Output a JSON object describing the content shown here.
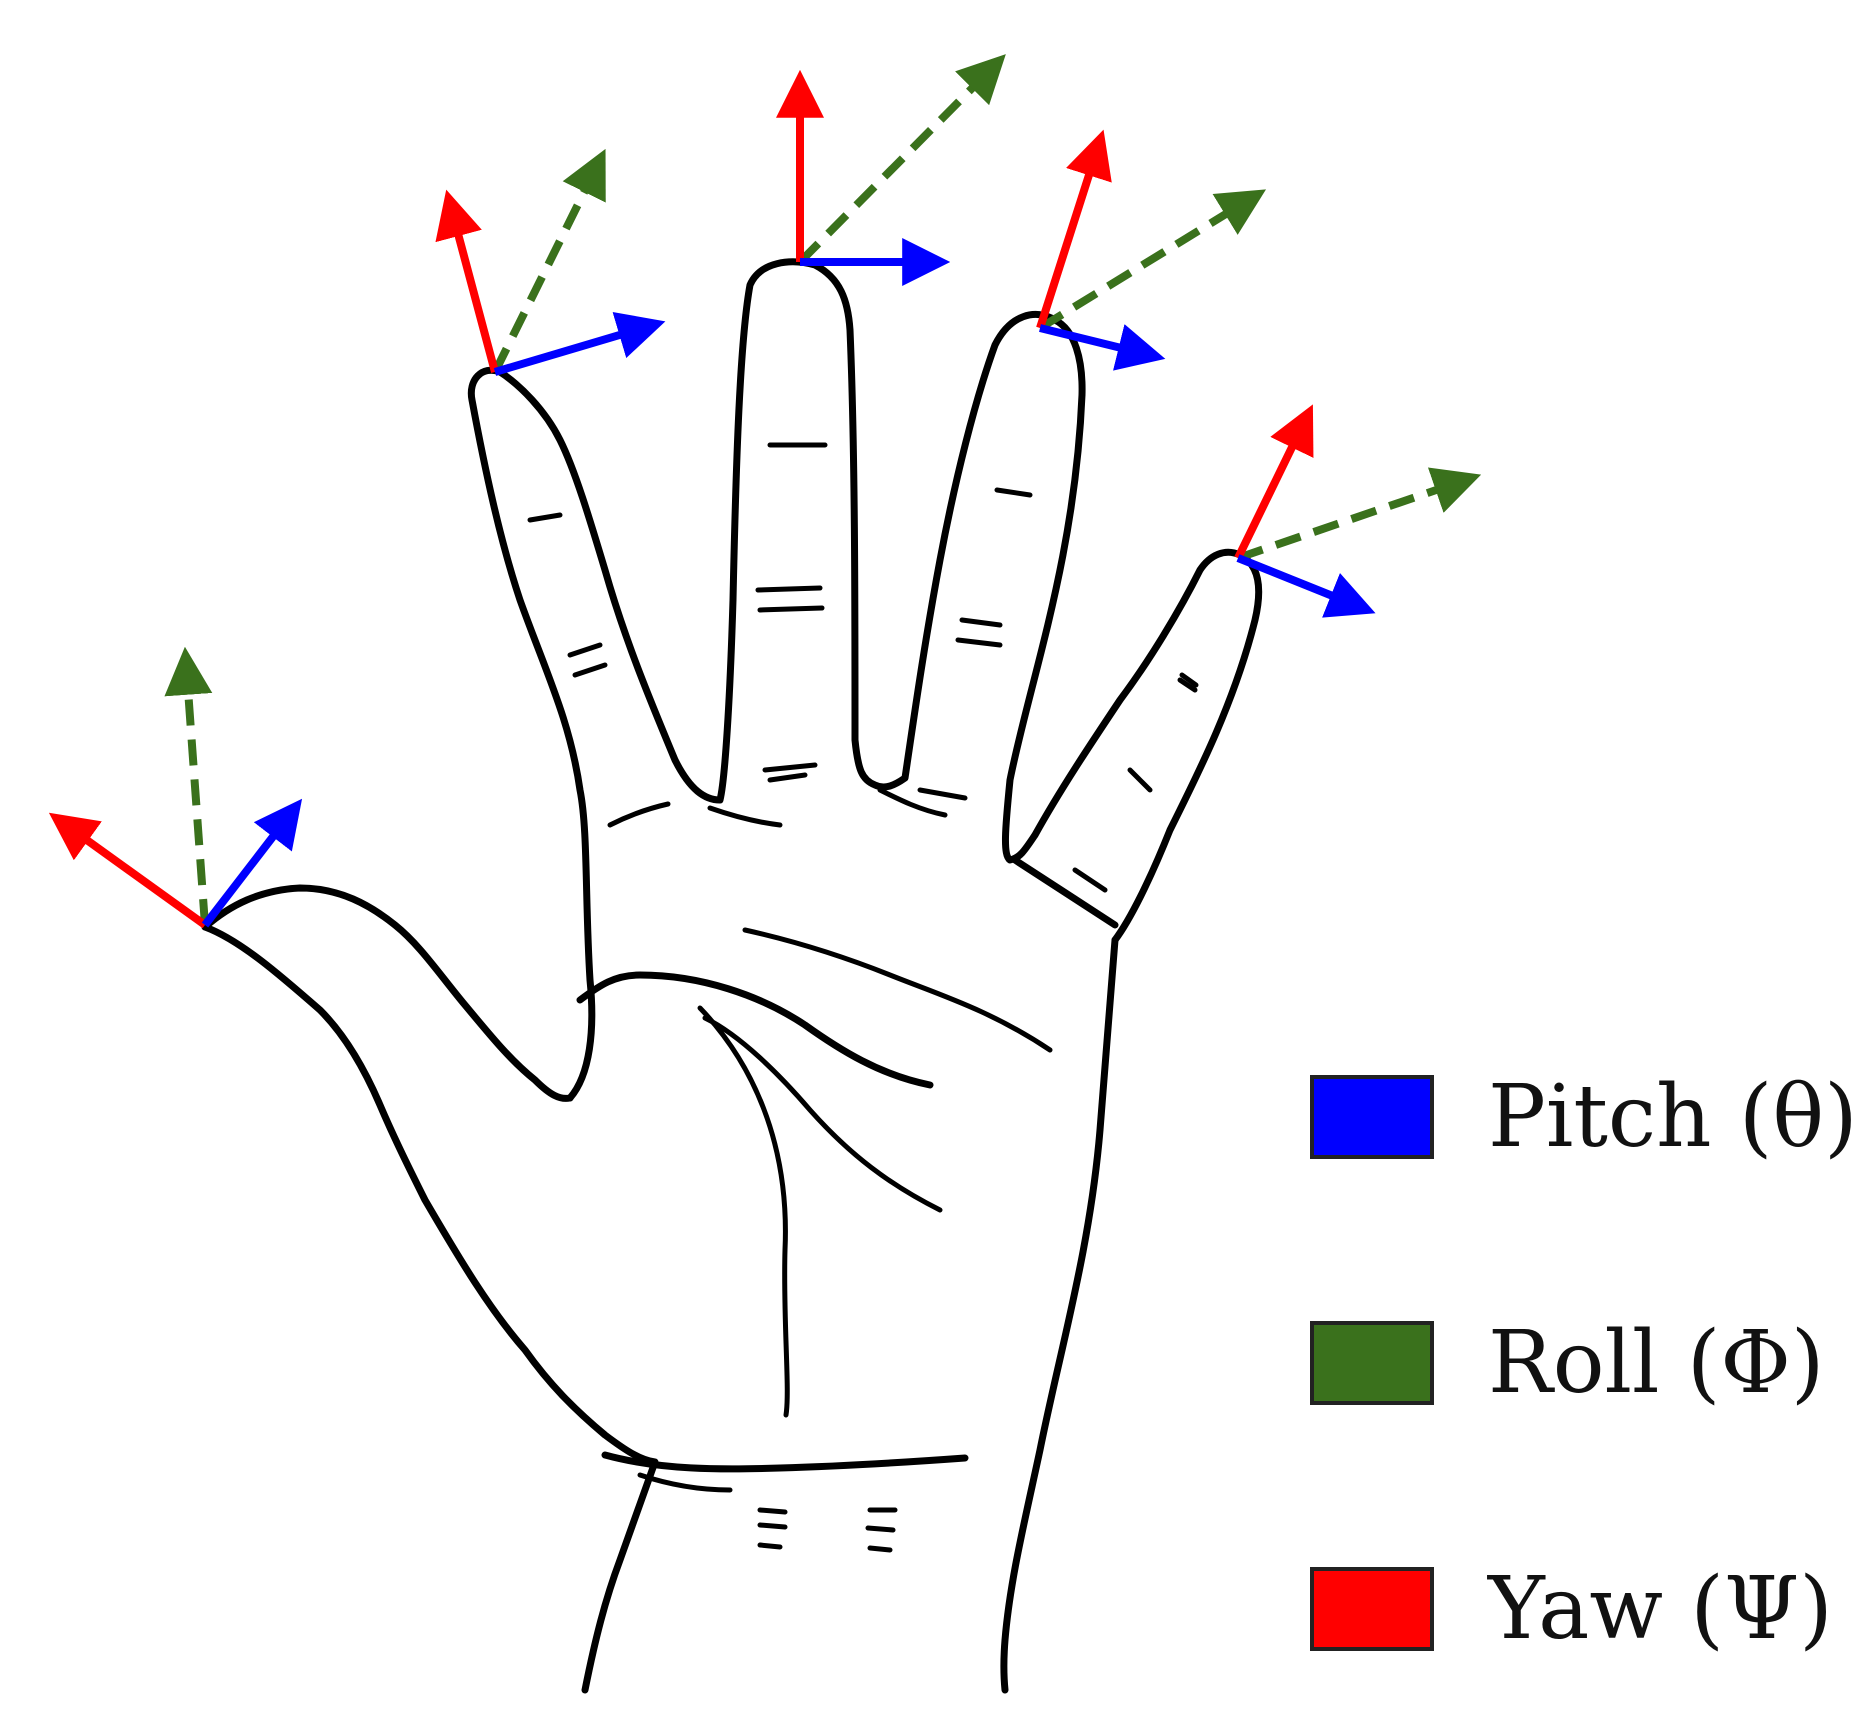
{
  "colors": {
    "pitch": "#0000ff",
    "roll": "#3a711c",
    "yaw": "#ff0000",
    "outline": "#000000"
  },
  "axes": {
    "pitch": {
      "line": "solid"
    },
    "roll": {
      "line": "dashed"
    },
    "yaw": {
      "line": "solid"
    }
  },
  "fingertips": [
    "thumb",
    "index",
    "middle",
    "ring",
    "little"
  ],
  "legend": {
    "items": [
      {
        "key": "pitch",
        "label": "Pitch (θ)"
      },
      {
        "key": "roll",
        "label": "Roll (Φ)"
      },
      {
        "key": "yaw",
        "label": "Yaw (Ψ)"
      }
    ]
  }
}
